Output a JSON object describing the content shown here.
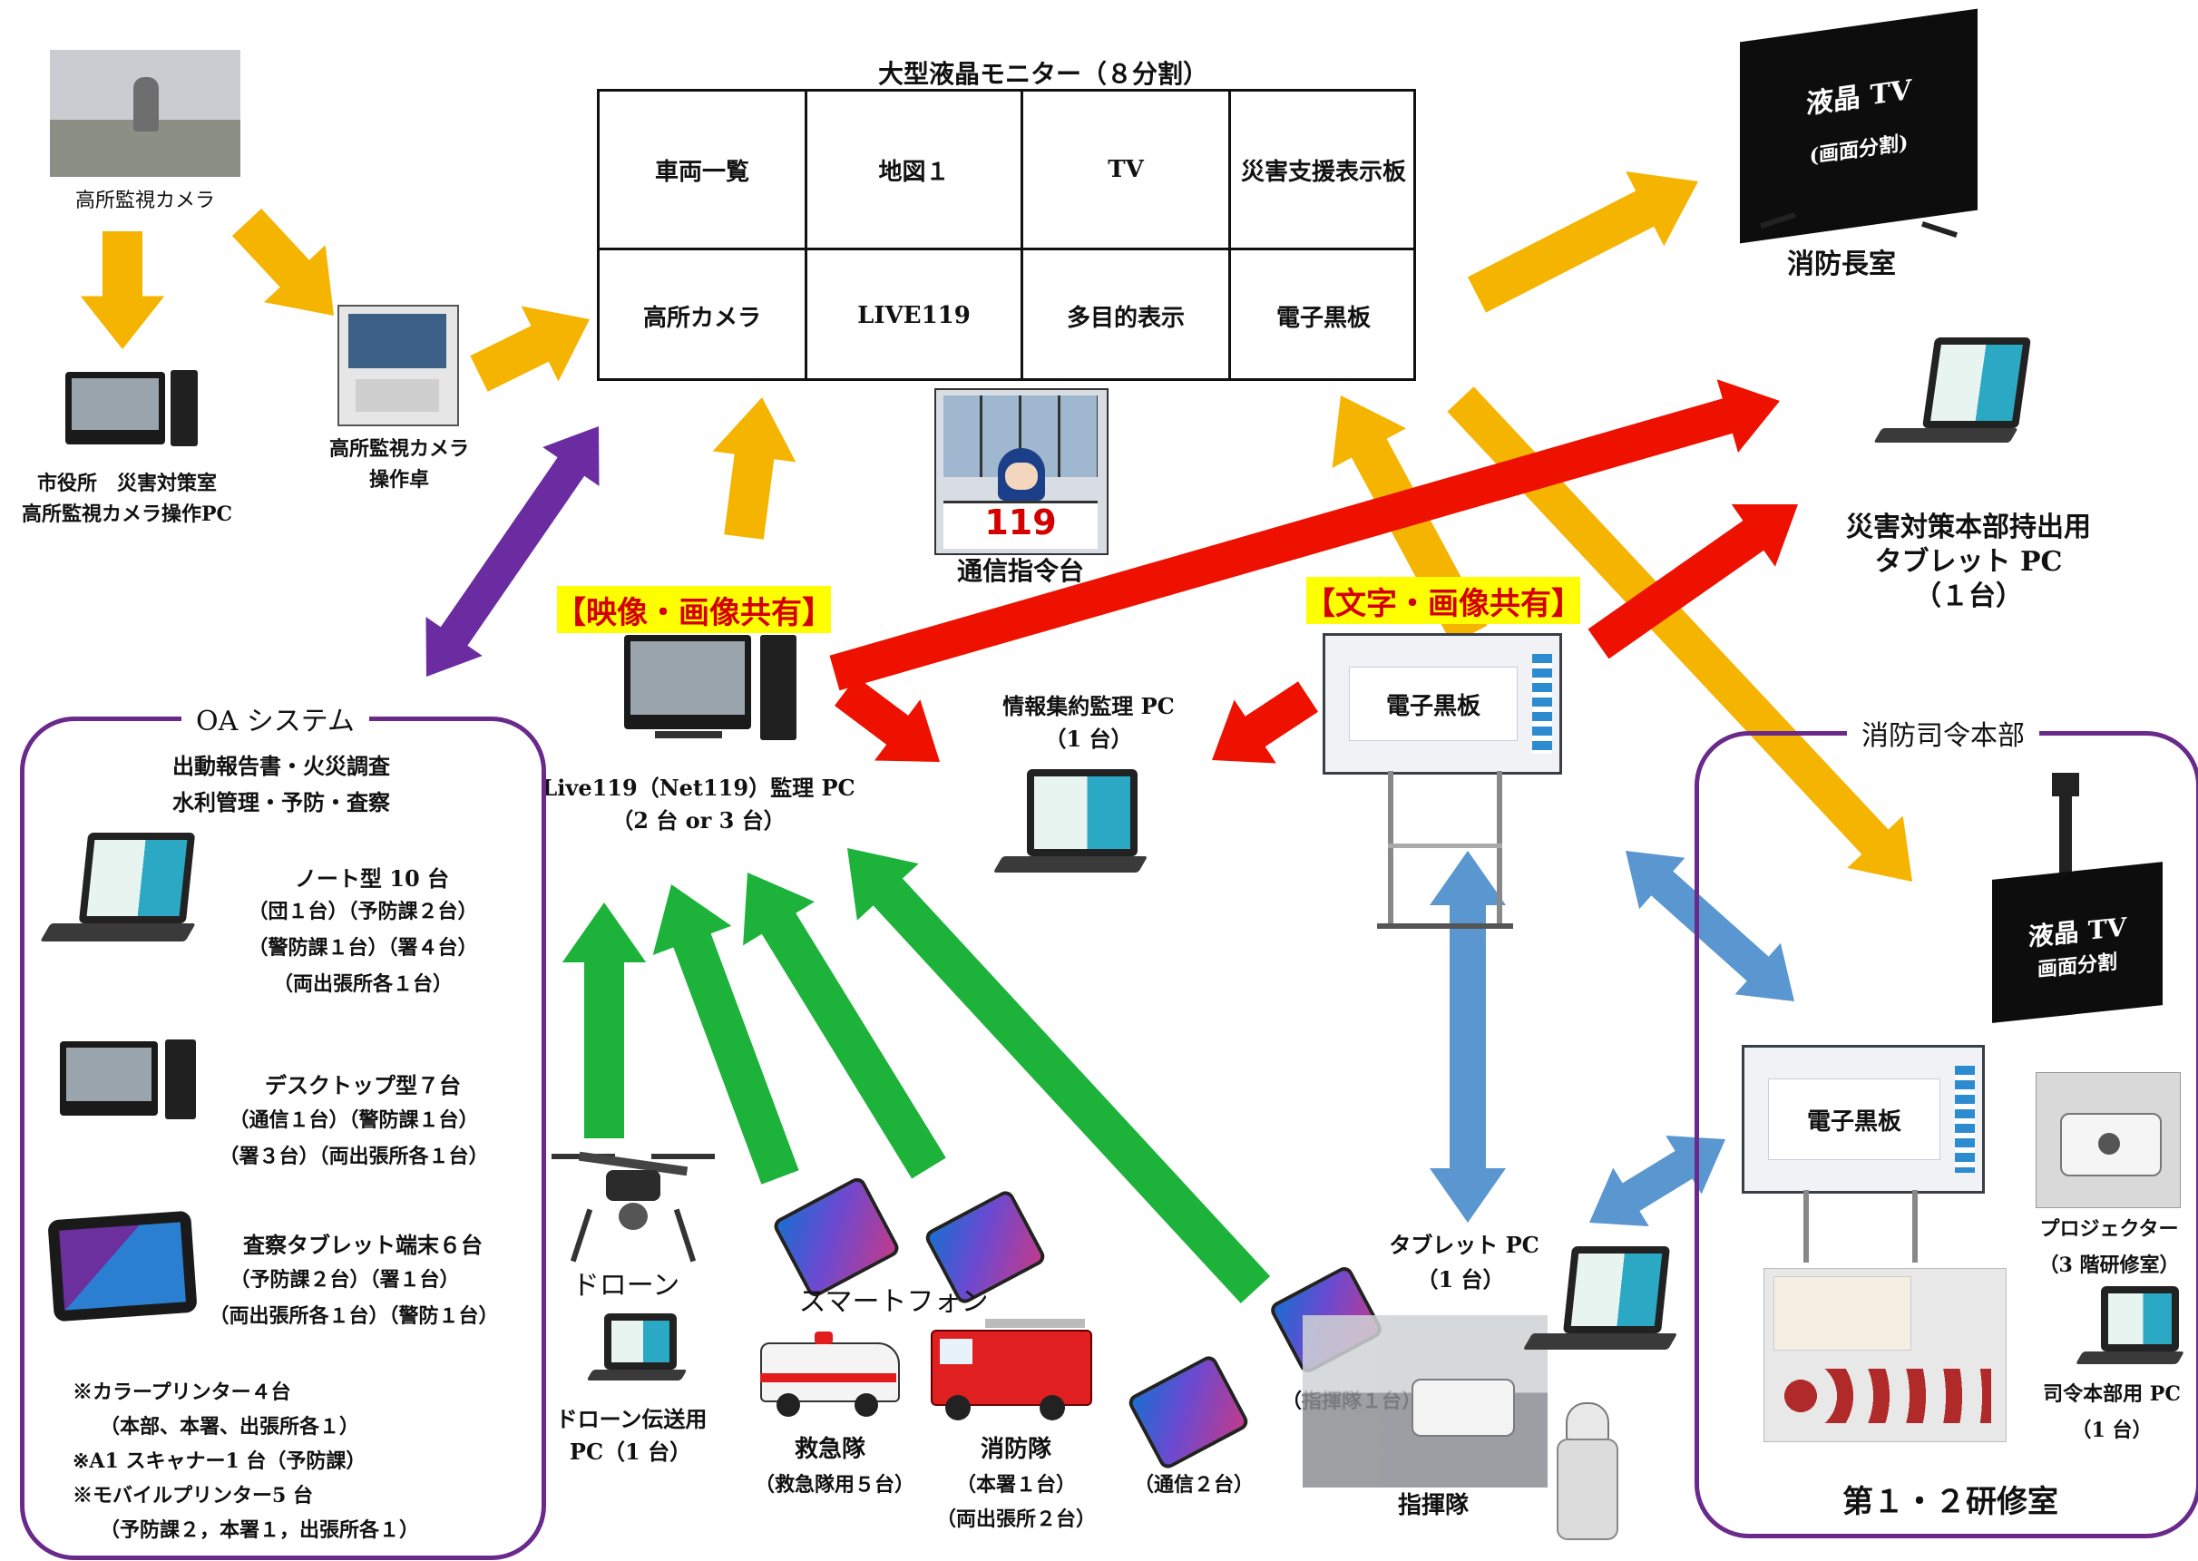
{
  "colors": {
    "orange_arrow": "#f5b400",
    "red_arrow": "#ee1100",
    "green_arrow": "#1db33a",
    "blue_arrow": "#5a96cf",
    "purple_arrow": "#6a2ca0",
    "box_border": "#6a2a8c",
    "highlight_bg": "#ffff00",
    "highlight_text": "#d40000"
  },
  "camera": {
    "label": "高所監視カメラ"
  },
  "city_pc": {
    "line1": "市役所　災害対策室",
    "line2": "高所監視カメラ操作PC"
  },
  "console": {
    "line1": "高所監視カメラ",
    "line2": "操作卓"
  },
  "monitor": {
    "title": "大型液晶モニター（８分割）",
    "cells": [
      "車両一覧",
      "地図１",
      "TV",
      "災害支援表示板",
      "高所カメラ",
      "LIVE119",
      "多目的表示",
      "電子黒板"
    ]
  },
  "dispatch": {
    "sign": "119",
    "label": "通信指令台"
  },
  "chief_tv": {
    "line1": "液晶 TV",
    "line2": "(画面分割)",
    "room": "消防長室"
  },
  "tablet_hq": {
    "line1": "災害対策本部持出用",
    "line2": "タブレット PC",
    "line3": "（１台）"
  },
  "highlights": {
    "video": "【映像・画像共有】",
    "text": "【文字・画像共有】"
  },
  "live119_pc": {
    "line1": "Live119（Net119）監理 PC",
    "line2": "（2 台 or 3 台）"
  },
  "info_pc": {
    "line1": "情報集約監理 PC",
    "line2": "（1 台）"
  },
  "whiteboard": {
    "label": "電子黒板"
  },
  "oa": {
    "title": "OA システム",
    "sub1": "出動報告書・火災調査",
    "sub2": "水利管理・予防・査察",
    "notebook": [
      "ノート型 10 台",
      "（団１台）（予防課２台）",
      "（警防課１台）（署４台）",
      "（両出張所各１台）"
    ],
    "desktop": [
      "デスクトップ型７台",
      "（通信１台）（警防課１台）",
      "（署３台）（両出張所各１台）"
    ],
    "tablet": [
      "査察タブレット端末６台",
      "（予防課２台）（署１台）",
      "（両出張所各１台）（警防１台）"
    ],
    "notes": [
      "※カラープリンター４台",
      "（本部、本署、出張所各１）",
      "※A1 スキャナー1 台（予防課）",
      "※モバイルプリンター5 台",
      "（予防課２，本署１，出張所各１）"
    ]
  },
  "drone": {
    "label": "ドローン",
    "pc1": "ドローン伝送用",
    "pc2": "PC（1 台）"
  },
  "smartphone": {
    "label": "スマートフォン"
  },
  "ambulance": {
    "label": "救急隊",
    "count": "（救急隊用５台）"
  },
  "engine": {
    "label": "消防隊",
    "count1": "（本署１台）",
    "count2": "（両出張所２台）"
  },
  "comm": {
    "count": "（通信２台）"
  },
  "command": {
    "count": "（指揮隊１台）",
    "label": "指揮隊"
  },
  "tablet_pc": {
    "line1": "タブレット PC",
    "line2": "（1 台）"
  },
  "hq": {
    "title": "消防司令本部",
    "tv_line1": "液晶 TV",
    "tv_line2": "画面分割",
    "whiteboard": "電子黒板",
    "projector1": "プロジェクター",
    "projector2": "（3 階研修室）",
    "pc1": "司令本部用 PC",
    "pc2": "（1 台）",
    "room": "第１・２研修室"
  }
}
